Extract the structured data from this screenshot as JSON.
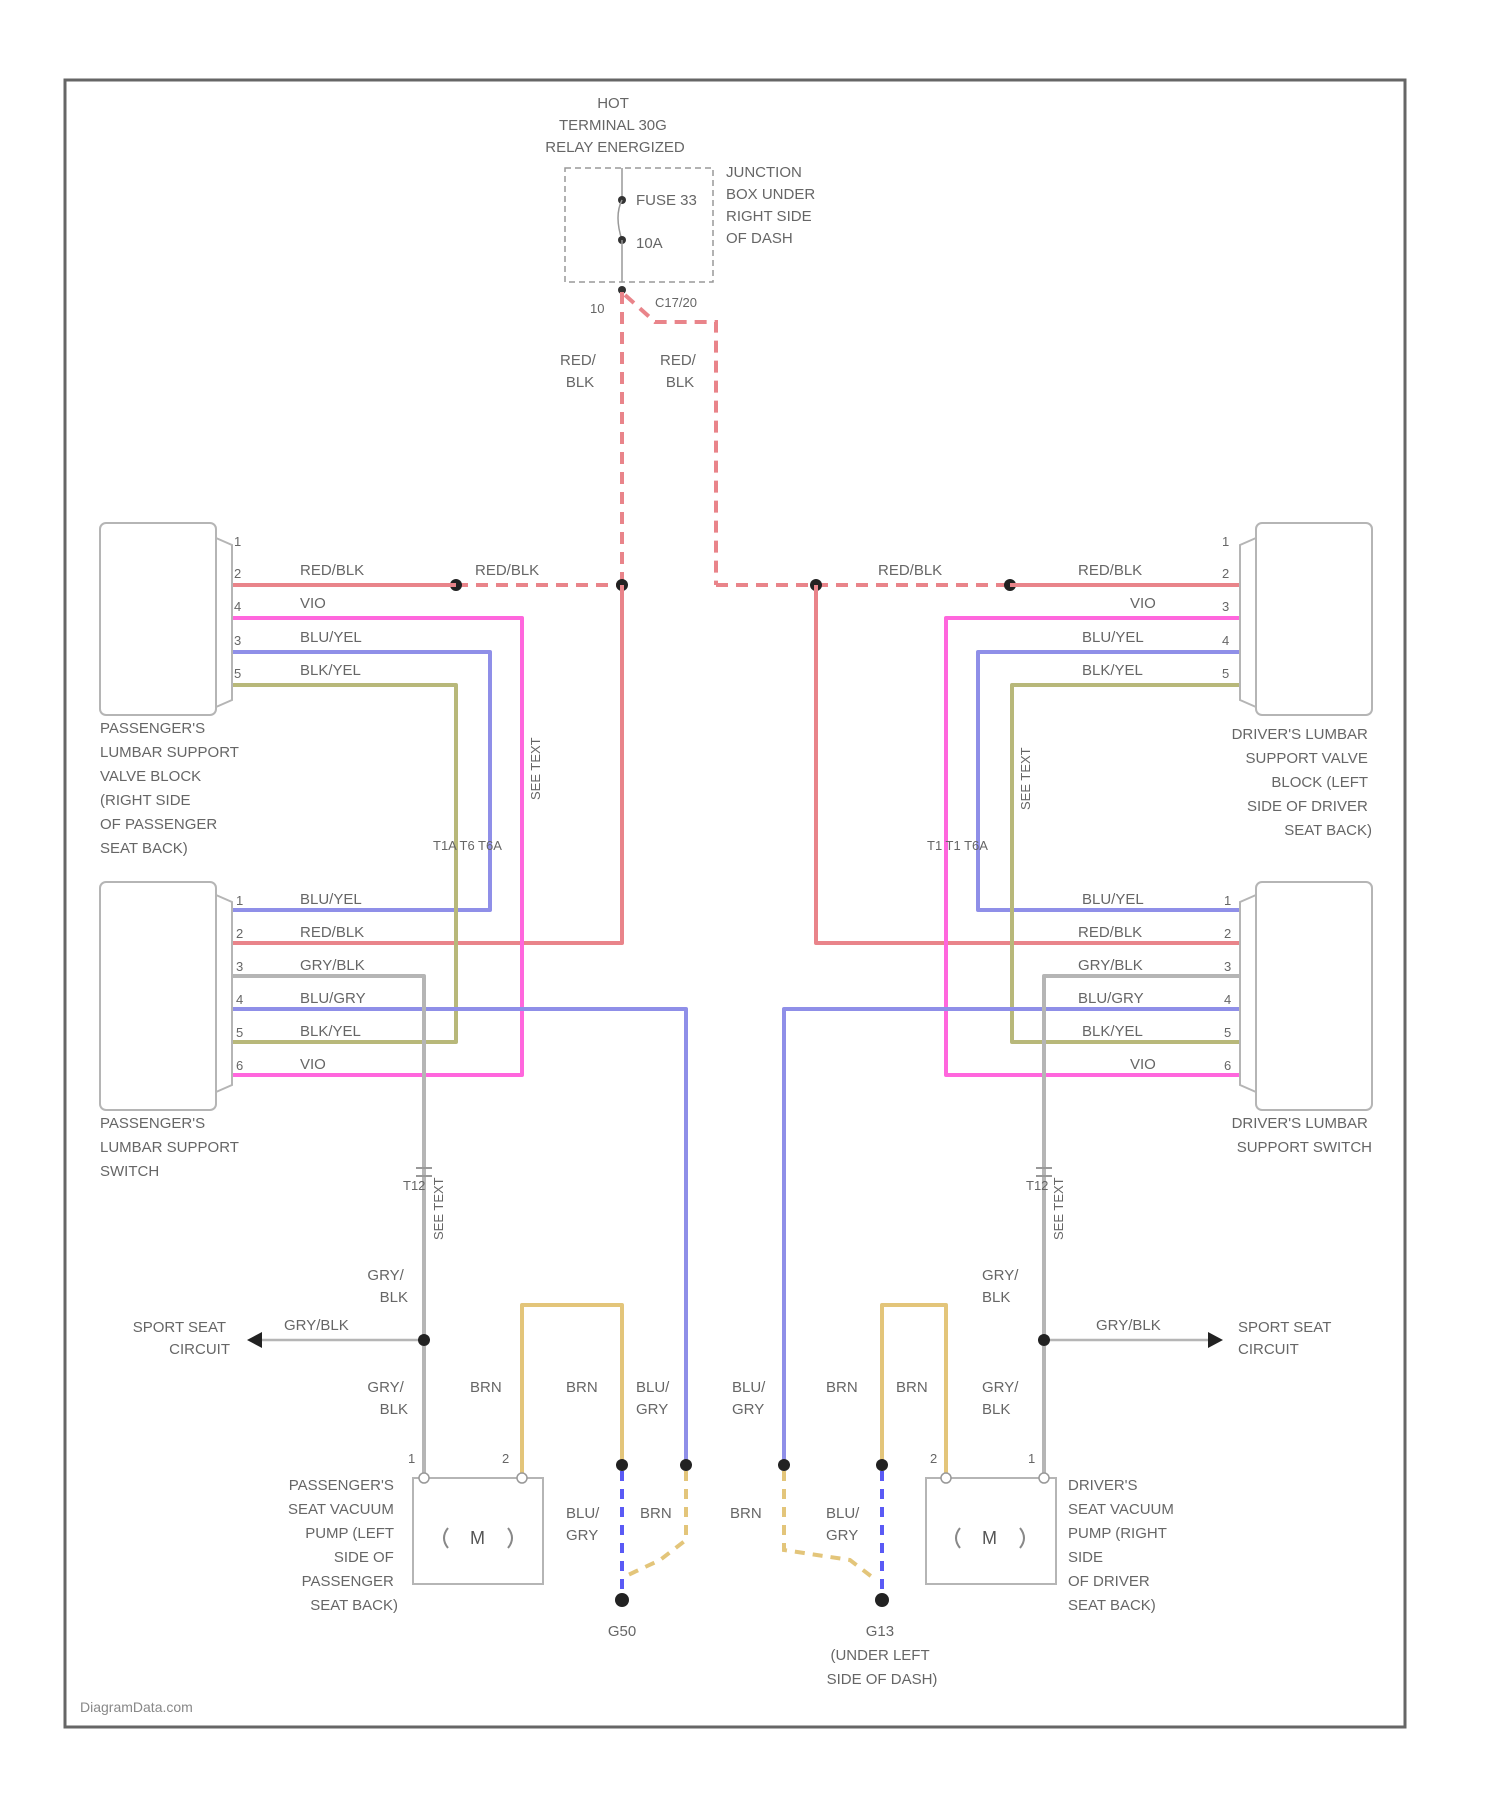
{
  "power": {
    "hot_text": [
      "HOT",
      "TERMINAL 30G",
      "RELAY ENERGIZED"
    ],
    "junction_label": [
      "JUNCTION",
      "BOX UNDER",
      "RIGHT SIDE",
      "OF DASH"
    ],
    "fuse_name": "FUSE 33",
    "fuse_rating": "10A",
    "left_pin": "10",
    "right_pin": "C17/20",
    "wire_label": [
      "RED/",
      "BLK"
    ]
  },
  "pass_valve": {
    "name": [
      "PASSENGER'S",
      "LUMBAR SUPPORT",
      "VALVE BLOCK",
      "(RIGHT SIDE",
      "OF PASSENGER",
      "SEAT BACK)"
    ],
    "pins": [
      "1",
      "2",
      "4",
      "3",
      "5"
    ],
    "wires": [
      "RED/BLK",
      "VIO",
      "BLU/YEL",
      "BLK/YEL"
    ]
  },
  "driver_valve": {
    "name": [
      "DRIVER'S LUMBAR",
      "SUPPORT VALVE",
      "BLOCK (LEFT",
      "SIDE OF DRIVER",
      "SEAT BACK)"
    ],
    "pins": [
      "1",
      "2",
      "3",
      "4",
      "5"
    ],
    "wires": [
      "RED/BLK",
      "VIO",
      "BLU/YEL",
      "BLK/YEL"
    ]
  },
  "pass_switch": {
    "name": [
      "PASSENGER'S",
      "LUMBAR SUPPORT",
      "SWITCH"
    ],
    "pins": [
      "1",
      "2",
      "3",
      "4",
      "5",
      "6"
    ],
    "wires": [
      "BLU/YEL",
      "RED/BLK",
      "GRY/BLK",
      "BLU/GRY",
      "BLK/YEL",
      "VIO"
    ]
  },
  "driver_switch": {
    "name": [
      "DRIVER'S LUMBAR",
      "SUPPORT SWITCH"
    ],
    "pins": [
      "1",
      "2",
      "3",
      "4",
      "5",
      "6"
    ],
    "wires": [
      "BLU/YEL",
      "RED/BLK",
      "GRY/BLK",
      "BLU/GRY",
      "BLK/YEL",
      "VIO"
    ]
  },
  "tags": {
    "vio_tag": "SEE TEXT",
    "pass_inline": "T1A  T6 T6A",
    "driver_inline": "T1  T1 T6A"
  },
  "splice_tags": {
    "left": "T12",
    "right": "T12"
  },
  "sport": {
    "label": [
      "SPORT SEAT",
      "CIRCUIT"
    ],
    "wire": "GRY/BLK"
  },
  "bottom": {
    "gry_blk": [
      "GRY/",
      "BLK"
    ],
    "brn": "BRN",
    "blu_gry": [
      "BLU/",
      "GRY"
    ],
    "pass_pump": [
      "PASSENGER'S",
      "SEAT VACUUM",
      "PUMP (LEFT",
      "SIDE OF",
      "PASSENGER",
      "SEAT BACK)"
    ],
    "driver_pump": [
      "DRIVER'S",
      "SEAT VACUUM",
      "PUMP (RIGHT",
      "SIDE",
      "OF DRIVER",
      "SEAT BACK)"
    ],
    "motor": "M",
    "pump_pins": [
      "1",
      "2"
    ],
    "ground_left": "G50",
    "ground_right": [
      "G13",
      "(UNDER LEFT",
      "SIDE OF DASH)"
    ]
  },
  "watermark": "DiagramData.com",
  "colors": {
    "red": "#e9848a",
    "vio": "#ff66dd",
    "blue": "#8f8fe8",
    "olive": "#b8b87a",
    "gray": "#b5b5b5",
    "brown": "#e3c57a",
    "dash_blue": "#5a5af5",
    "frame": "#666666"
  }
}
